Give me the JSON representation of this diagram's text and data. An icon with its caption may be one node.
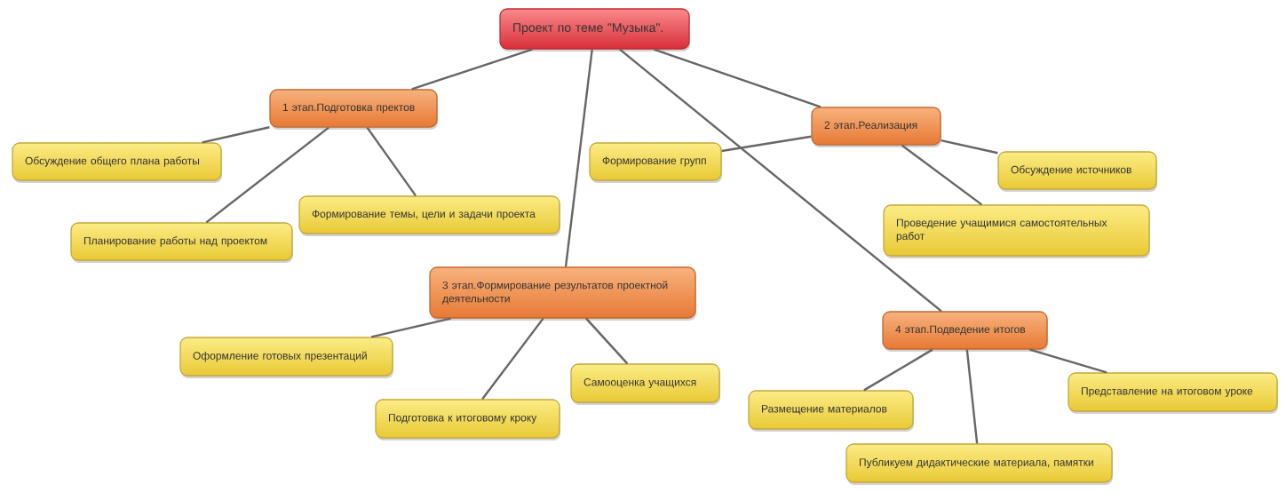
{
  "diagram": {
    "nodes": [
      {
        "text": [
          "Проект по теме \"Музыка\"."
        ]
      },
      {
        "text": [
          "1 этап.Подготовка пректов"
        ]
      },
      {
        "text": [
          "Обсуждение общего плана работы"
        ]
      },
      {
        "text": [
          "Планирование работы над проектом"
        ]
      },
      {
        "text": [
          "Формирование темы, цели и задачи проекта"
        ]
      },
      {
        "text": [
          "2 этап.Реализация"
        ]
      },
      {
        "text": [
          "Формирование групп"
        ]
      },
      {
        "text": [
          "Обсуждение источников"
        ]
      },
      {
        "text": [
          "Проведение учащимися самостоятельных работ"
        ]
      },
      {
        "text": [
          "3 этап.Формирование результатов проектной деятельности"
        ]
      },
      {
        "text": [
          "Оформление готовых презентаций"
        ]
      },
      {
        "text": [
          "Подготовка к итоговому кроку"
        ]
      },
      {
        "text": [
          "Самооценка учащихся"
        ]
      },
      {
        "text": [
          "4 этап.Подведение итогов"
        ]
      },
      {
        "text": [
          "Размещение материалов"
        ]
      },
      {
        "text": [
          "Представление на итоговом уроке"
        ]
      },
      {
        "text": [
          "Публикуем дидактические материала, памятки"
        ]
      }
    ],
    "edges": [
      {
        "from": 0,
        "to": 1,
        "arrow": "none"
      },
      {
        "from": 0,
        "to": 5,
        "arrow": "none"
      },
      {
        "from": 0,
        "to": 9,
        "arrow": "none"
      },
      {
        "from": 0,
        "to": 13,
        "arrow": "none"
      },
      {
        "from": 1,
        "to": 2,
        "arrow": "none"
      },
      {
        "from": 1,
        "to": 3,
        "arrow": "none"
      },
      {
        "from": 1,
        "to": 4,
        "arrow": "none"
      },
      {
        "from": 5,
        "to": 6,
        "arrow": "none"
      },
      {
        "from": 5,
        "to": 7,
        "arrow": "none"
      },
      {
        "from": 5,
        "to": 8,
        "arrow": "none"
      },
      {
        "from": 9,
        "to": 10,
        "arrow": "none"
      },
      {
        "from": 9,
        "to": 11,
        "arrow": "none"
      },
      {
        "from": 9,
        "to": 12,
        "arrow": "none"
      },
      {
        "from": 13,
        "to": 14,
        "arrow": "none"
      },
      {
        "from": 13,
        "to": 15,
        "arrow": "none"
      },
      {
        "from": 13,
        "to": 16,
        "arrow": "none"
      }
    ]
  }
}
